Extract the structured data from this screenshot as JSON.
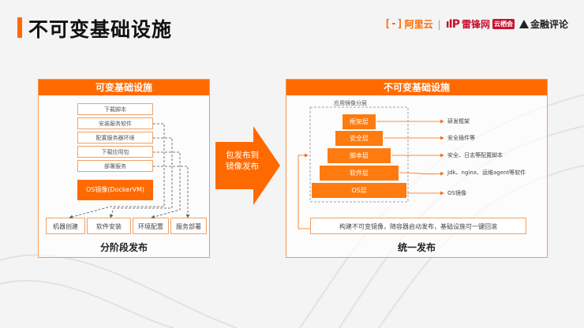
{
  "header": {
    "title": "不可变基础设施",
    "logo_aliyun": "阿里云",
    "logo_leifeng": "雷锋网",
    "logo_leifeng_badge": "云栖会",
    "logo_jinrong": "金融评论"
  },
  "left_panel": {
    "title": "可变基础设施",
    "steps": [
      "下载脚本",
      "安装服务软件",
      "配置服务器环境",
      "下载应用包",
      "部署服务"
    ],
    "os_image": "OS镜像(DockerVM)",
    "bottom": [
      "机器创建",
      "软件安装",
      "环境配置",
      "服务部署"
    ],
    "footer": "分阶段发布"
  },
  "middle": {
    "line1": "包发布到",
    "line2": "镜像发布"
  },
  "right_panel": {
    "title": "不可变基础设施",
    "layer_caption": "应用镜像分层",
    "layers": [
      "框架层",
      "安全层",
      "脚本层",
      "软件层",
      "OS层"
    ],
    "annotations": [
      "研发框架",
      "安全插件等",
      "安全、日志等配置脚本",
      "Jdk、nginx、运维agent等软件",
      "OS镜像"
    ],
    "bottom_box": "构建不可变镜像，随容器启动发布，基础设施可一键回滚",
    "footer": "统一发布"
  },
  "colors": {
    "accent": "#ff6a00",
    "border": "#f2a164"
  }
}
